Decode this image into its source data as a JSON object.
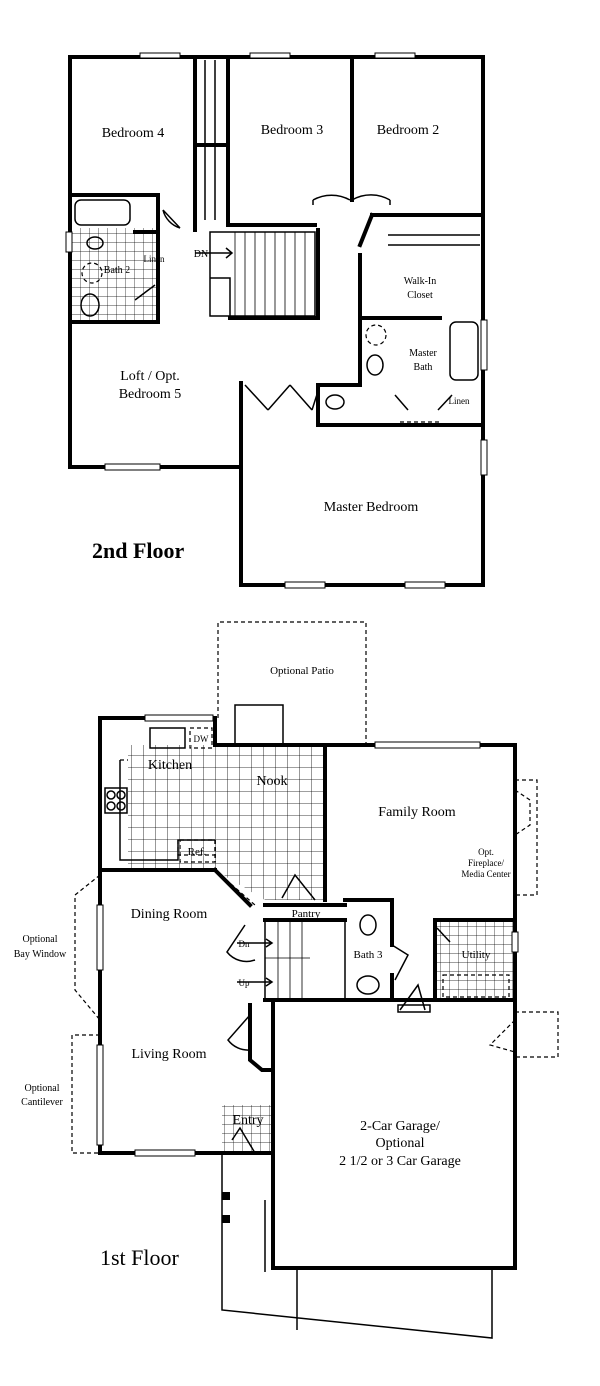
{
  "second_floor": {
    "title": "2nd Floor",
    "rooms": {
      "bedroom4": "Bedroom 4",
      "bedroom3": "Bedroom 3",
      "bedroom2": "Bedroom 2",
      "stairs_dn": "DN",
      "linen_left": "Linen",
      "bath2": "Bath 2",
      "walkin": [
        "Walk-In",
        "Closet"
      ],
      "master_bath": [
        "Master",
        "Bath"
      ],
      "linen_right": "Linen",
      "loft": [
        "Loft / Opt.",
        "Bedroom 5"
      ],
      "master_bedroom": "Master Bedroom"
    }
  },
  "first_floor": {
    "title": "1st Floor",
    "rooms": {
      "patio": "Optional Patio",
      "dw": "DW",
      "kitchen": "Kitchen",
      "nook": "Nook",
      "family": "Family Room",
      "fireplace": [
        "Opt.",
        "Fireplace/",
        "Media Center"
      ],
      "ref": "Ref.",
      "dining": "Dining Room",
      "pantry": "Pantry",
      "stairs_dn": "Dn",
      "stairs_up": "Up",
      "bath3": "Bath 3",
      "utility": "Utility",
      "bay_window": [
        "Optional",
        "Bay Window"
      ],
      "living": "Living Room",
      "cantilever": [
        "Optional",
        "Cantilever"
      ],
      "entry": "Entry",
      "garage": [
        "2-Car Garage/",
        "Optional",
        "2 1/2 or 3 Car Garage"
      ]
    }
  }
}
